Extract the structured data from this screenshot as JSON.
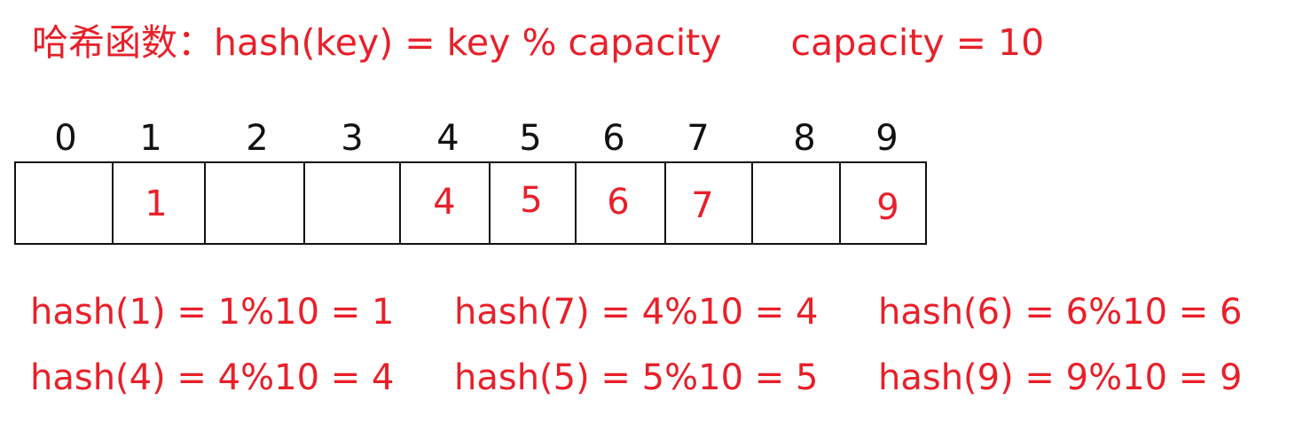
{
  "title": {
    "hash_function": "哈希函数：hash(key) = key % capacity",
    "capacity": "capacity = 10"
  },
  "indices": [
    "0",
    "1",
    "2",
    "3",
    "4",
    "5",
    "6",
    "7",
    "8",
    "9"
  ],
  "cells": [
    "",
    "1",
    "",
    "",
    "4",
    "5",
    "6",
    "7",
    "",
    "9"
  ],
  "formulas": {
    "row1": [
      "hash(1) = 1%10 = 1",
      "hash(7) = 4%10 = 4",
      "hash(6) = 6%10 = 6"
    ],
    "row2": [
      "hash(4) = 4%10 = 4",
      "hash(5) = 5%10 = 5",
      "hash(9) = 9%10 = 9"
    ]
  },
  "colors": {
    "accent": "#e8202a",
    "text": "#111111"
  }
}
